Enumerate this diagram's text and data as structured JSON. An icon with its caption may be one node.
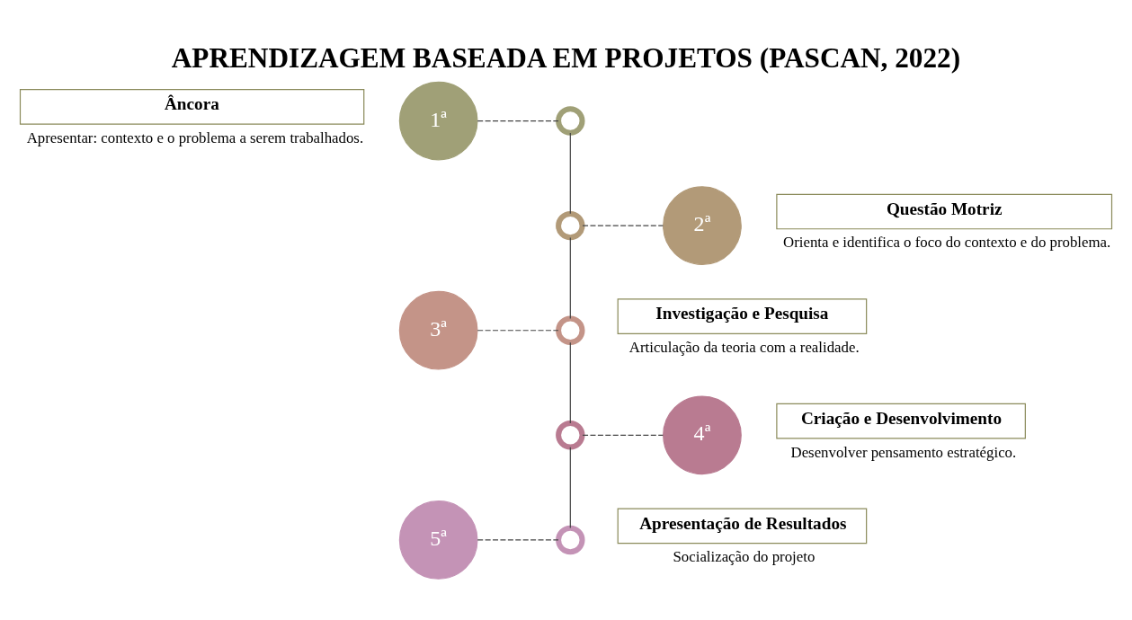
{
  "diagram": {
    "title": "APRENDIZAGEM BASEADA EM PROJETOS (PASCAN, 2022)",
    "nodes": [
      {
        "text": [
          "Âncora"
        ],
        "beside": [
          "Apresentar: contexto e o problema a serem trabalhados."
        ]
      },
      {
        "text": [
          "1ª"
        ]
      },
      {
        "text": [],
        "shape": "circle"
      },
      {
        "text": [],
        "shape": "circle"
      },
      {
        "text": [
          "2ª"
        ]
      },
      {
        "text": [
          "Questão Motriz"
        ],
        "beside": [
          "Orienta e identifica o foco do contexto e do problema."
        ]
      },
      {
        "text": [
          "Investigação e Pesquisa"
        ],
        "beside": [
          "Articulação da teoria com a realidade."
        ]
      },
      {
        "text": [
          "3ª"
        ]
      },
      {
        "text": [],
        "shape": "circle"
      },
      {
        "text": [],
        "shape": "circle"
      },
      {
        "text": [
          "4ª"
        ]
      },
      {
        "text": [
          "Criação e Desenvolvimento"
        ],
        "beside": [
          "Desenvolver pensamento estratégico."
        ]
      },
      {
        "text": [
          "Apresentação de Resultados"
        ],
        "beside": [
          "Socialização do projeto"
        ]
      },
      {
        "text": [
          "5ª"
        ]
      },
      {
        "text": [],
        "shape": "circle"
      }
    ],
    "edges": [
      {
        "from": 1,
        "to": 2,
        "arrow": "none",
        "style": "dashed"
      },
      {
        "from": 3,
        "to": 4,
        "arrow": "none",
        "style": "dashed"
      },
      {
        "from": 7,
        "to": 8,
        "arrow": "none",
        "style": "dashed"
      },
      {
        "from": 9,
        "to": 10,
        "arrow": "none",
        "style": "dashed"
      },
      {
        "from": 13,
        "to": 14,
        "arrow": "none",
        "style": "dashed"
      },
      {
        "from": 2,
        "to": 3,
        "arrow": "none"
      },
      {
        "from": 3,
        "to": 8,
        "arrow": "none"
      },
      {
        "from": 8,
        "to": 9,
        "arrow": "none"
      },
      {
        "from": 9,
        "to": 14,
        "arrow": "none"
      }
    ]
  }
}
